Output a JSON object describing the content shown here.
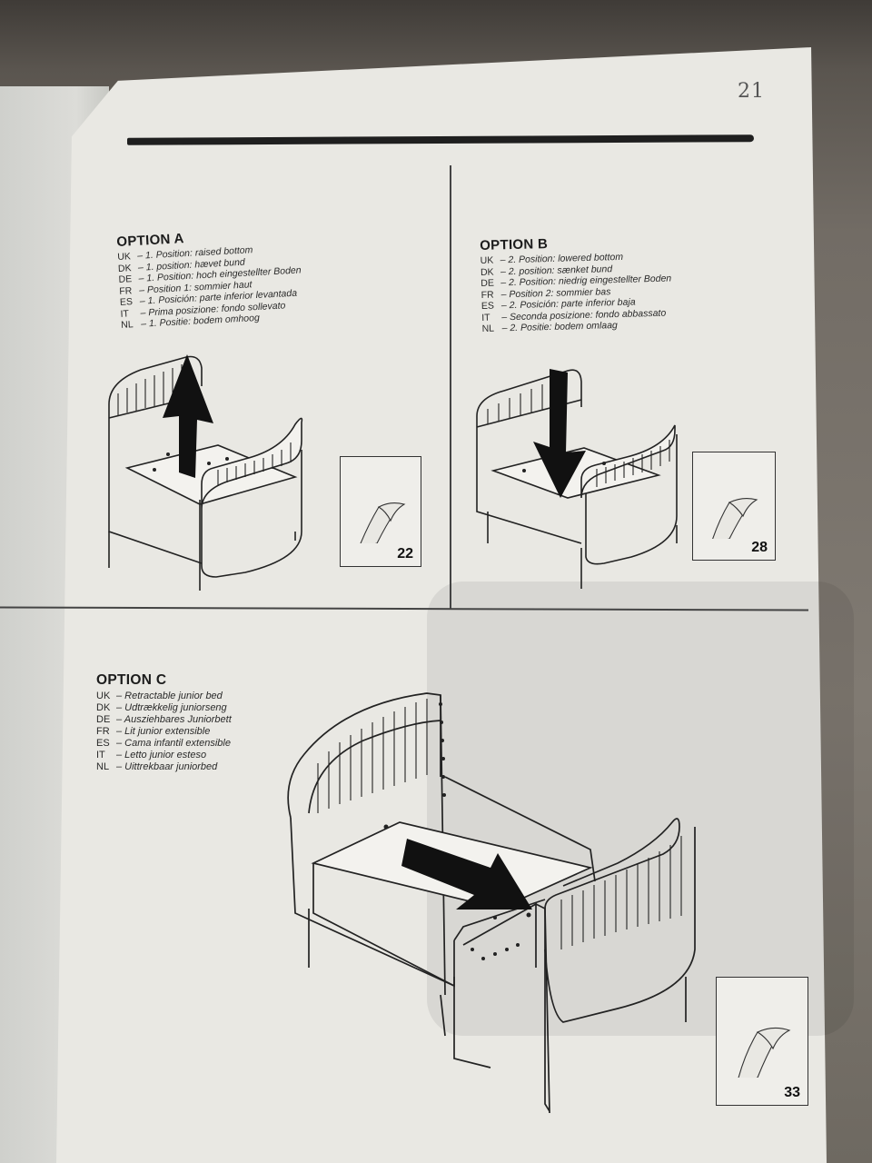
{
  "page_number": "21",
  "options": {
    "a": {
      "title": "OPTION A",
      "lines": [
        {
          "code": "UK",
          "text": "– 1. Position: raised bottom"
        },
        {
          "code": "DK",
          "text": "– 1. position: hævet bund"
        },
        {
          "code": "DE",
          "text": "– 1. Position: hoch eingestellter Boden"
        },
        {
          "code": "FR",
          "text": "– Position 1: sommier haut"
        },
        {
          "code": "ES",
          "text": "– 1. Posición: parte inferior levantada"
        },
        {
          "code": "IT",
          "text": "– Prima posizione: fondo sollevato"
        },
        {
          "code": "NL",
          "text": "– 1. Positie: bodem omhoog"
        }
      ],
      "ref_page": "22"
    },
    "b": {
      "title": "OPTION B",
      "lines": [
        {
          "code": "UK",
          "text": "– 2. Position: lowered bottom"
        },
        {
          "code": "DK",
          "text": "– 2. position: sænket bund"
        },
        {
          "code": "DE",
          "text": "– 2. Position: niedrig eingestellter Boden"
        },
        {
          "code": "FR",
          "text": "– Position 2: sommier bas"
        },
        {
          "code": "ES",
          "text": "– 2. Posición: parte inferior baja"
        },
        {
          "code": "IT",
          "text": "– Seconda posizione: fondo abbassato"
        },
        {
          "code": "NL",
          "text": "– 2. Positie: bodem omlaag"
        }
      ],
      "ref_page": "28"
    },
    "c": {
      "title": "OPTION C",
      "lines": [
        {
          "code": "UK",
          "text": "– Retractable junior bed"
        },
        {
          "code": "DK",
          "text": "– Udtrækkelig juniorseng"
        },
        {
          "code": "DE",
          "text": "– Ausziehbares Juniorbett"
        },
        {
          "code": "FR",
          "text": "– Lit junior extensible"
        },
        {
          "code": "ES",
          "text": "– Cama infantil extensible"
        },
        {
          "code": "IT",
          "text": "– Letto junior esteso"
        },
        {
          "code": "NL",
          "text": "– Uittrekbaar juniorbed"
        }
      ],
      "ref_page": "33"
    }
  },
  "icons": {
    "arrow_a": "arrow-up-icon",
    "arrow_b": "arrow-down-icon",
    "arrow_c": "arrow-right-icon",
    "page_turn": "page-turn-icon"
  },
  "colors": {
    "paper": "#e9e8e3",
    "ink": "#1c1c1c",
    "table": "#6b6660"
  }
}
